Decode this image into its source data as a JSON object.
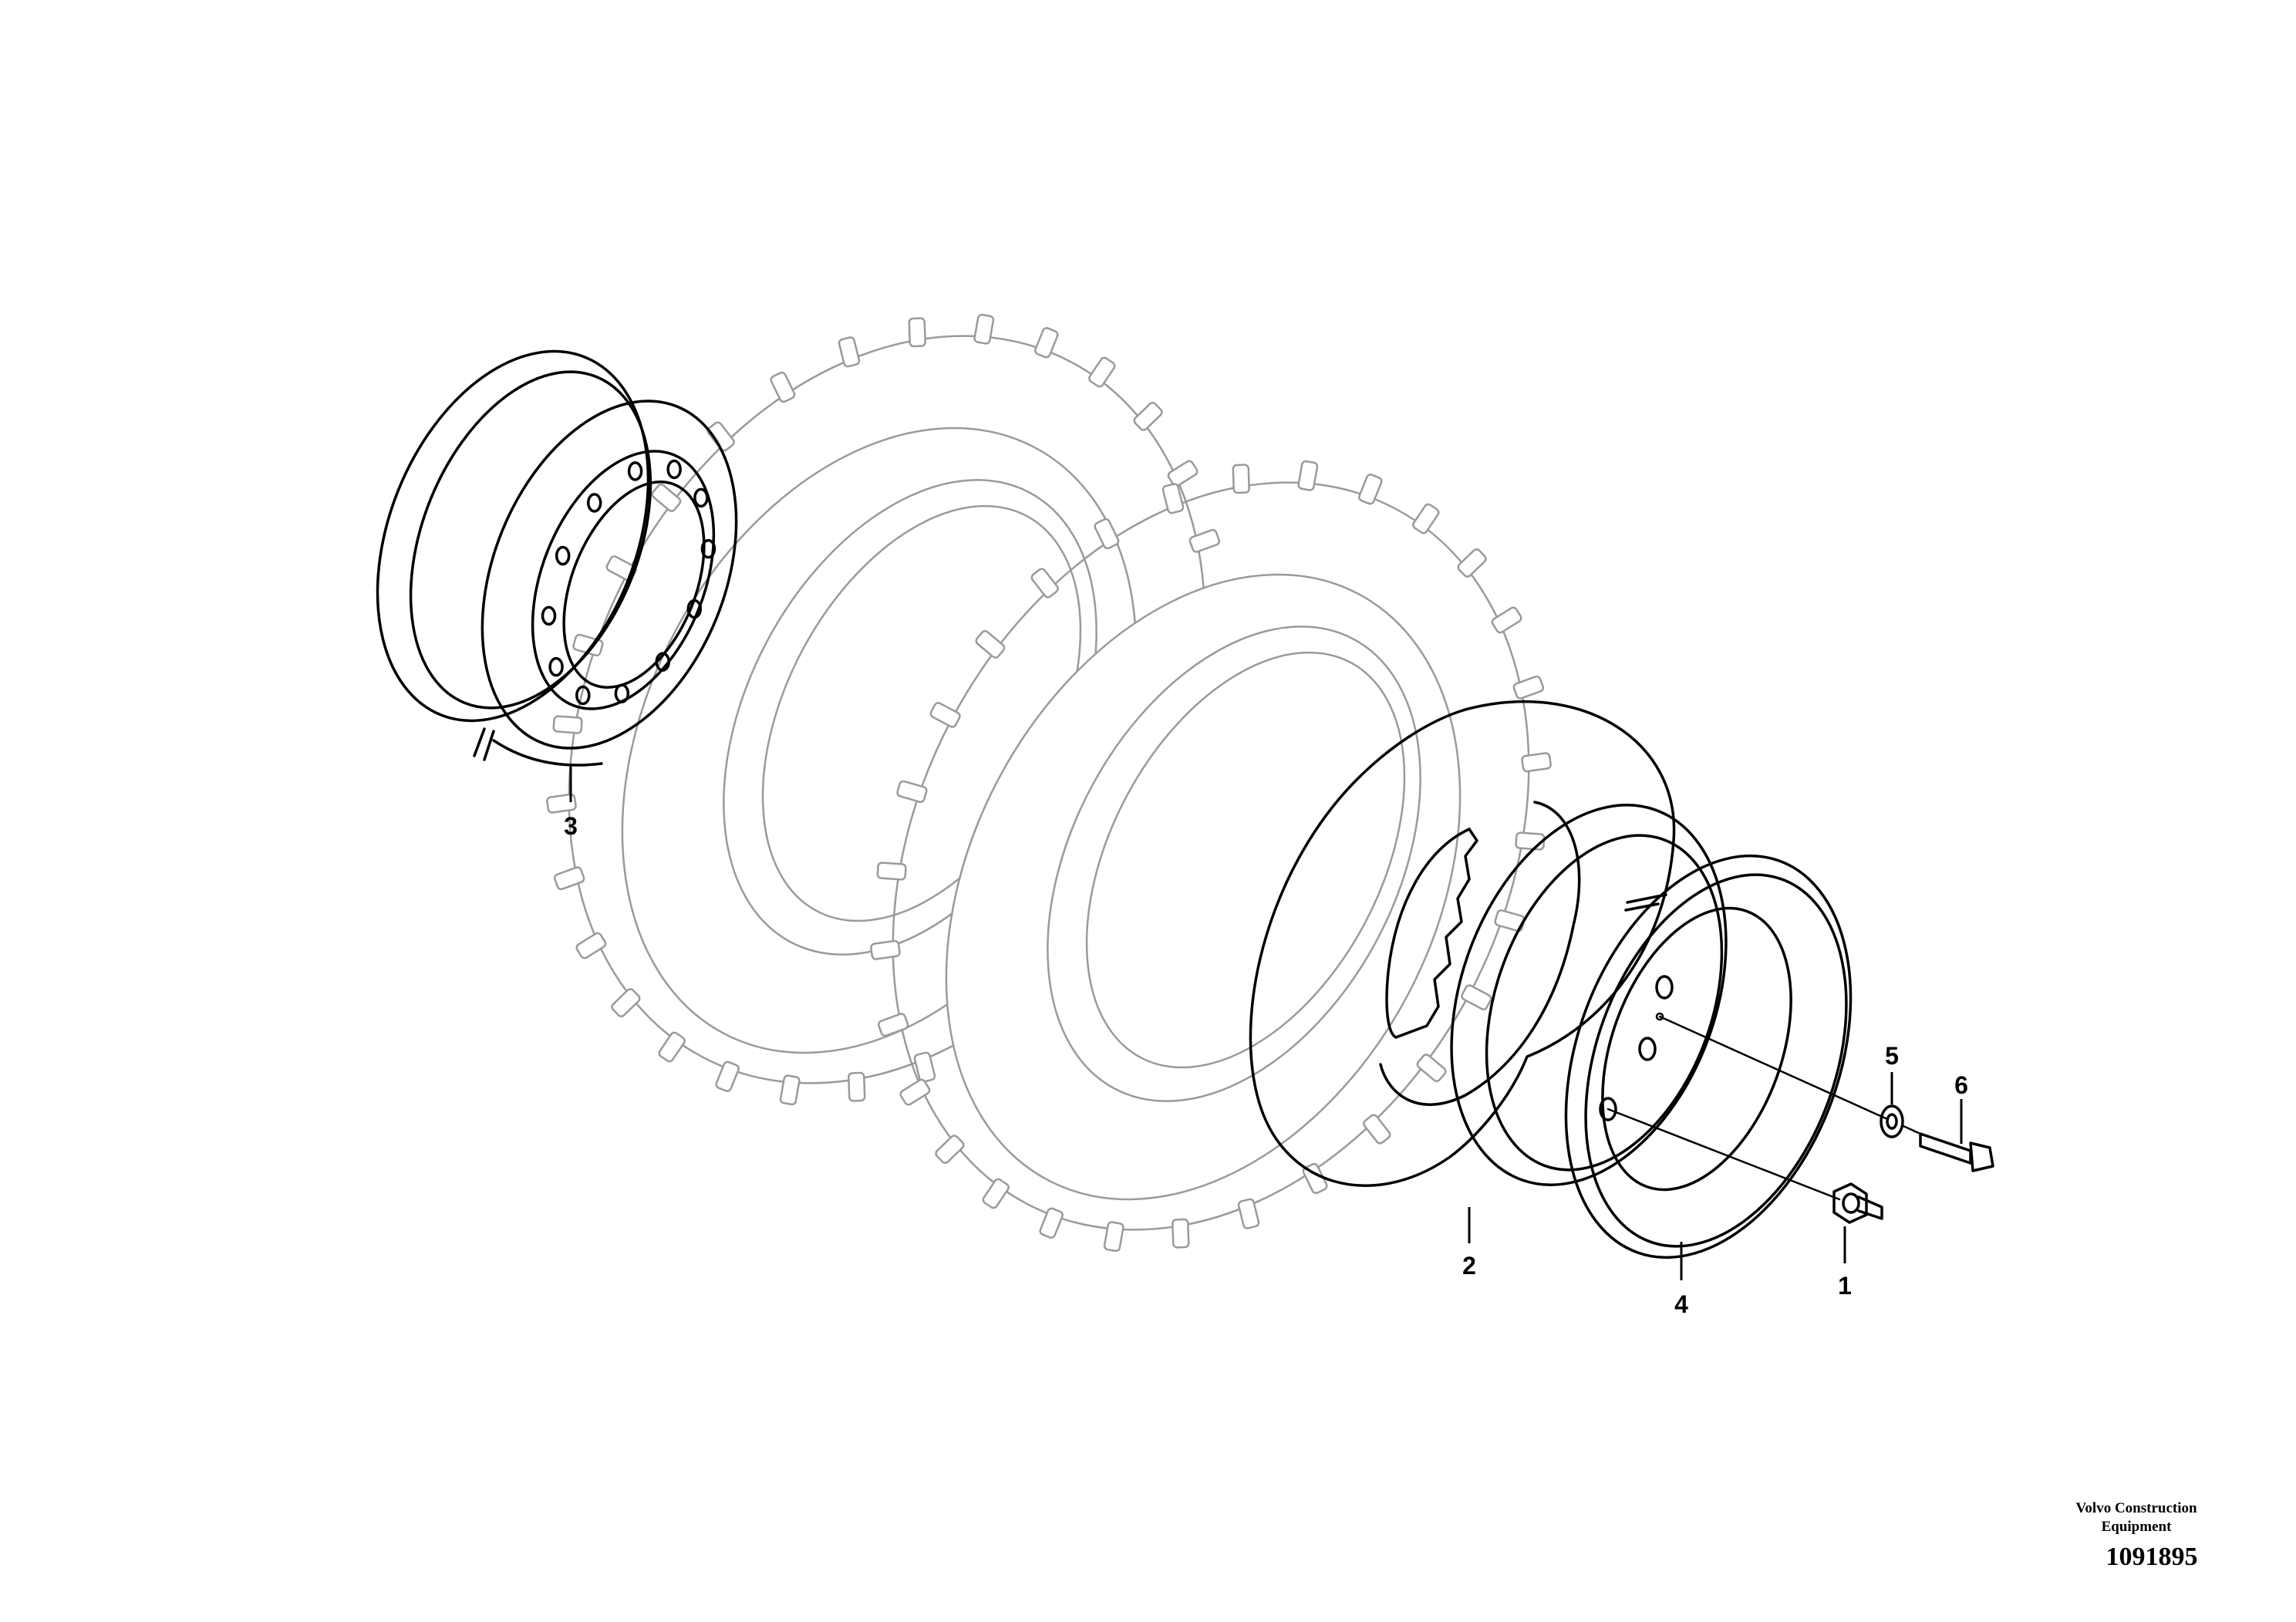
{
  "callouts": {
    "c1": "1",
    "c2": "2",
    "c3": "3",
    "c4": "4",
    "c5": "5",
    "c6": "6"
  },
  "footer": {
    "brand_line1": "Volvo Construction",
    "brand_line2": "Equipment",
    "drawing_number": "1091895"
  },
  "colors": {
    "line": "#000000",
    "ghost_line": "#9a9a9a",
    "background": "#ffffff"
  }
}
